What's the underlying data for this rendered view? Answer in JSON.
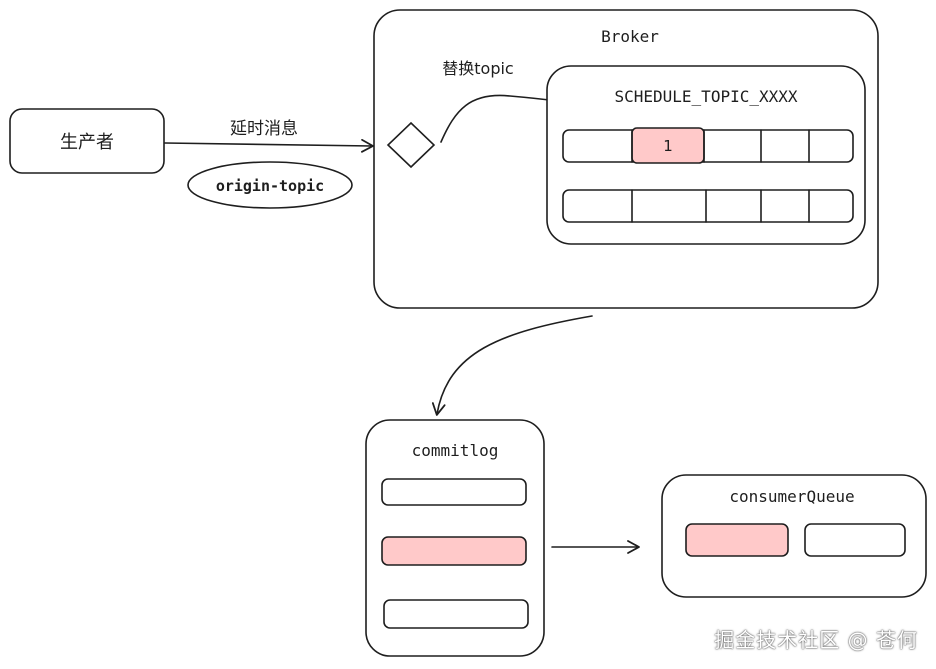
{
  "producer": {
    "label": "生产者"
  },
  "send_arrow": {
    "label": "延时消息"
  },
  "origin_topic": {
    "label": "origin-topic"
  },
  "broker": {
    "title": "Broker",
    "replace_label": "替换topic",
    "schedule_topic": {
      "title": "SCHEDULE_TOPIC_XXXX",
      "queue1": {
        "cells": [
          "",
          "1",
          "",
          "",
          ""
        ],
        "highlighted_index": 1
      },
      "queue2": {
        "cells": [
          "",
          "",
          "",
          "",
          ""
        ]
      }
    }
  },
  "commitlog": {
    "title": "commitlog",
    "entries": [
      {
        "highlighted": false
      },
      {
        "highlighted": true
      },
      {
        "highlighted": false
      }
    ]
  },
  "consumer_queue": {
    "title": "consumerQueue",
    "entries": [
      {
        "highlighted": true
      },
      {
        "highlighted": false
      }
    ]
  },
  "watermark": "掘金技术社区 @ 苍何",
  "colors": {
    "stroke": "#1e1e1e",
    "highlight": "#ffc9c9",
    "background": "#ffffff"
  }
}
